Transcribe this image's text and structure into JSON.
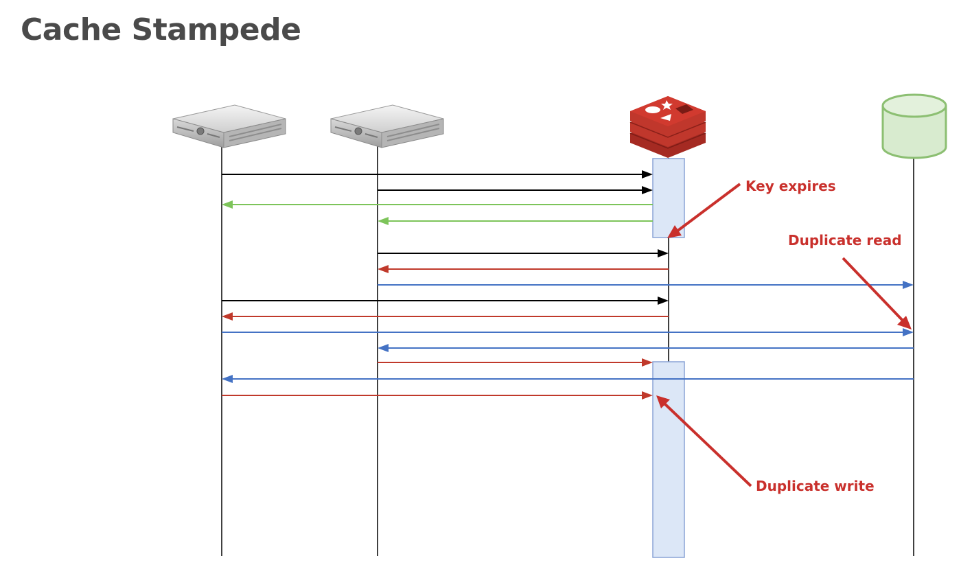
{
  "title": "Cache Stampede",
  "colors": {
    "request": "#000000",
    "cache_hit": "#7dc45a",
    "cache_miss": "#c0392b",
    "database": "#4472c4",
    "annotation": "#c9302c",
    "activation_fill": "#dce7f7",
    "activation_stroke": "#8aa4d6"
  },
  "participants": [
    {
      "id": "server-1",
      "icon": "server-icon"
    },
    {
      "id": "server-2",
      "icon": "server-icon"
    },
    {
      "id": "cache",
      "icon": "redis-icon"
    },
    {
      "id": "database",
      "icon": "database-cylinder-icon"
    }
  ],
  "messages": [
    {
      "from": "server-1",
      "to": "cache",
      "kind": "request"
    },
    {
      "from": "server-2",
      "to": "cache",
      "kind": "request"
    },
    {
      "from": "cache",
      "to": "server-1",
      "kind": "cache_hit"
    },
    {
      "from": "cache",
      "to": "server-2",
      "kind": "cache_hit"
    },
    {
      "from": "server-2",
      "to": "cache",
      "kind": "request"
    },
    {
      "from": "cache",
      "to": "server-2",
      "kind": "cache_miss"
    },
    {
      "from": "server-2",
      "to": "database",
      "kind": "database"
    },
    {
      "from": "server-1",
      "to": "cache",
      "kind": "request"
    },
    {
      "from": "cache",
      "to": "server-1",
      "kind": "cache_miss"
    },
    {
      "from": "server-1",
      "to": "database",
      "kind": "database"
    },
    {
      "from": "database",
      "to": "server-2",
      "kind": "database"
    },
    {
      "from": "server-2",
      "to": "cache",
      "kind": "cache_miss"
    },
    {
      "from": "database",
      "to": "server-1",
      "kind": "database"
    },
    {
      "from": "server-1",
      "to": "cache",
      "kind": "cache_miss"
    }
  ],
  "annotations": [
    {
      "id": "key-expires",
      "text": "Key expires"
    },
    {
      "id": "duplicate-read",
      "text": "Duplicate read"
    },
    {
      "id": "duplicate-write",
      "text": "Duplicate write"
    }
  ]
}
